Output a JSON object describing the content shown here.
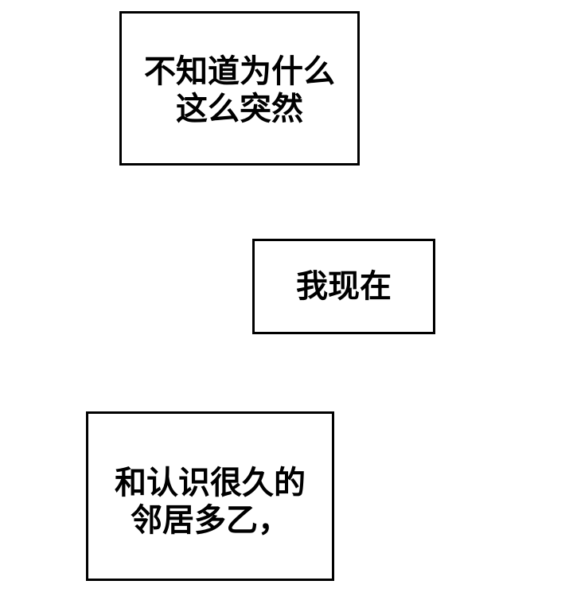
{
  "page": {
    "type": "comic-page",
    "background": "#ffffff"
  },
  "colors": {
    "box_border": "#000000",
    "text": "#000000",
    "background": "#ffffff"
  },
  "boxes": [
    {
      "id": "caption-box-top",
      "lines": [
        "不知道为什么",
        "这么突然"
      ]
    },
    {
      "id": "caption-box-middle",
      "lines": [
        "我现在"
      ]
    },
    {
      "id": "caption-box-bottom",
      "lines": [
        "和认识很久的",
        "邻居多乙，"
      ]
    }
  ]
}
